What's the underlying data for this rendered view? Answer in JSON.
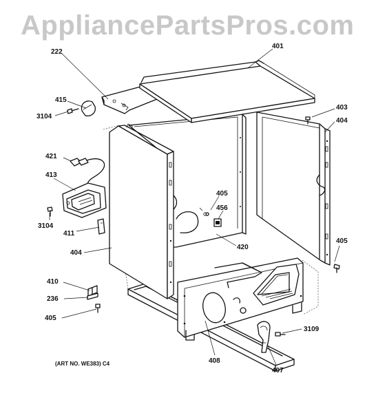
{
  "watermark": "AppliancePartsPros.com",
  "art_number": "(ART NO. WE383) C4",
  "callouts": {
    "c222": "222",
    "c401": "401",
    "c415": "415",
    "c3104a": "3104",
    "c403": "403",
    "c404a": "404",
    "c421": "421",
    "c413": "413",
    "c405a": "405",
    "c456": "456",
    "c3104b": "3104",
    "c411": "411",
    "c420": "420",
    "c405b": "405",
    "c404b": "404",
    "c410": "410",
    "c236": "236",
    "c405c": "405",
    "c3109": "3109",
    "c408": "408",
    "c407": "407"
  }
}
